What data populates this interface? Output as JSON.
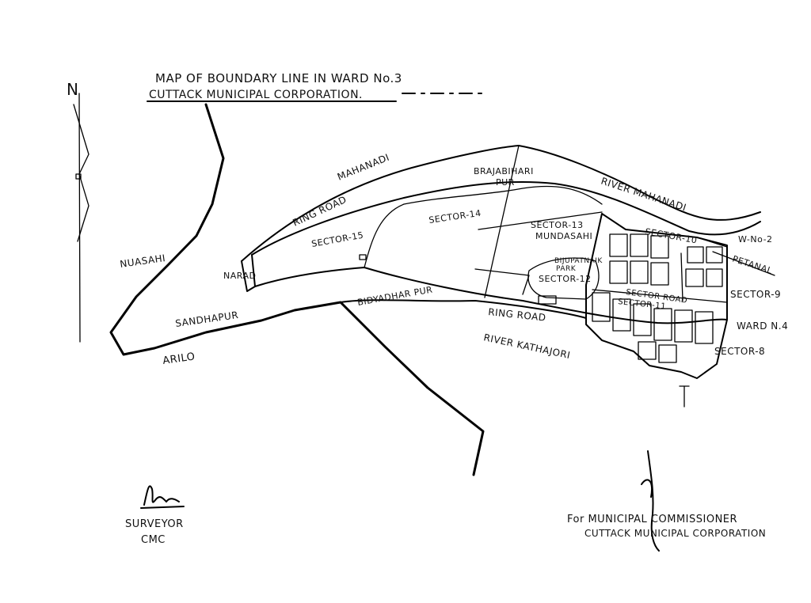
{
  "map": {
    "title_line1": "MAP OF BOUNDARY LINE IN WARD No.3",
    "title_line2": "CUTTACK MUNICIPAL CORPORATION.",
    "north_label": "N",
    "places": {
      "nuasahi": "NUASAHI",
      "narad": "NARAD",
      "sandhapur": "SANDHAPUR",
      "arilo": "ARILO",
      "mahanadi": "MAHANADI",
      "ring_road_north": "RING ROAD",
      "sector_15": "SECTOR-15",
      "sector_14": "SECTOR-14",
      "brajabihari_pur": [
        "BRAJABIHARI",
        "PUR"
      ],
      "river_mahanadi": "RIVER MAHANADI",
      "sector_13": [
        "SECTOR-13",
        "MUNDASAHI"
      ],
      "bijupatnaik_park": [
        "BIJUPATNAIK",
        "PARK"
      ],
      "sector_12": "SECTOR-12",
      "bidyadhar_pur": "BIDYADHAR PUR",
      "ring_road_south": "RING ROAD",
      "river_kathajori": "RIVER KATHAJORI",
      "sector_10": "SECTOR-10",
      "ward_2": "W-No-2",
      "petanal": "PETANAL",
      "sector_road": "SECTOR ROAD",
      "sector_11": "SECTOR-11",
      "sector_9": "SECTOR-9",
      "ward_4": "WARD N.4",
      "sector_8": "SECTOR-8"
    }
  },
  "signatures": {
    "surveyor_title": "SURVEYOR",
    "surveyor_org": "CMC",
    "commissioner_title": "For MUNICIPAL COMMISSIONER",
    "commissioner_org": "CUTTACK MUNICIPAL CORPORATION"
  }
}
